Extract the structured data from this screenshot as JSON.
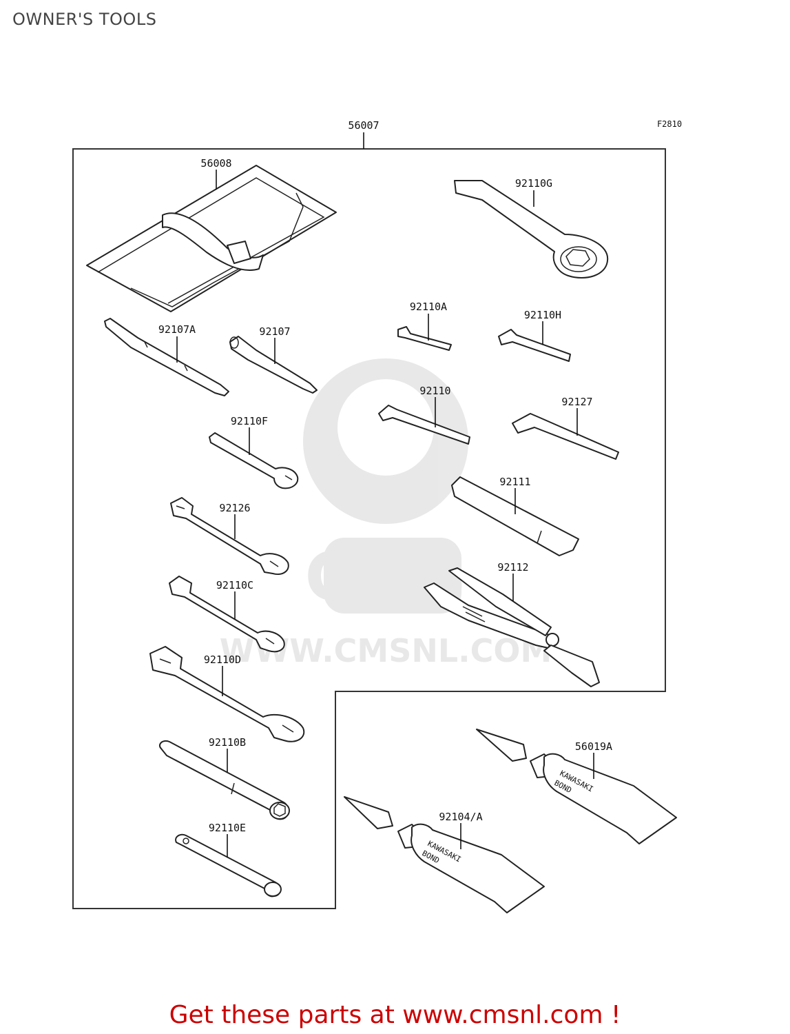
{
  "page": {
    "title": "OWNER'S TOOLS"
  },
  "diagram": {
    "figure_code": "F2810",
    "parts": {
      "set": "56007",
      "pouch": "56008",
      "ring_wrench": "92110G",
      "hex_a": "92110A",
      "hex_h": "92110H",
      "driver_a": "92107A",
      "driver": "92107",
      "hex": "92110",
      "hex_large": "92127",
      "wrench_f": "92110F",
      "handle": "92111",
      "wrench_126": "92126",
      "pliers": "92112",
      "wrench_c": "92110C",
      "wrench_d": "92110D",
      "box_b": "92110B",
      "box_e": "92110E",
      "bond_a": "56019A",
      "bond": "92104/A"
    },
    "tube_label": [
      "KAWASAKI",
      "BOND"
    ]
  },
  "watermark": {
    "text": "WWW.CMSNL.COM",
    "logo": "CMS"
  },
  "footer": {
    "text": "Get these parts at www.cmsnl.com !",
    "color": "#cc0000"
  }
}
